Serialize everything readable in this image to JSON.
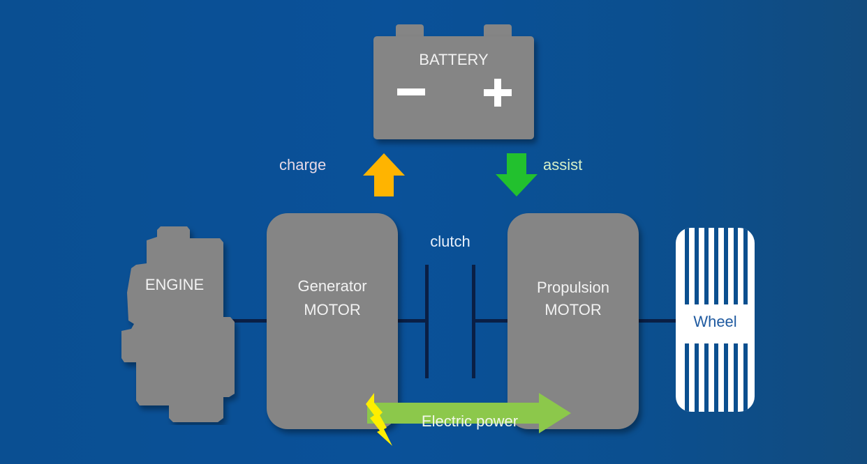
{
  "diagram": {
    "title": "Series-parallel hybrid powertrain",
    "battery": {
      "label": "BATTERY",
      "negative_symbol": "−",
      "positive_symbol": "+"
    },
    "arrows": {
      "charge": {
        "label": "charge",
        "color": "#ffb400",
        "direction": "up"
      },
      "assist": {
        "label": "assist",
        "color": "#22c12e",
        "direction": "down"
      },
      "electric_power": {
        "label": "Electric power",
        "color": "#8cc84b",
        "direction": "right"
      }
    },
    "engine": {
      "label": "ENGINE"
    },
    "generator": {
      "line1": "Generator",
      "line2": "MOTOR"
    },
    "clutch": {
      "label": "clutch"
    },
    "propulsion": {
      "line1": "Propulsion",
      "line2": "MOTOR"
    },
    "wheel": {
      "label": "Wheel"
    },
    "colors": {
      "background": "#0a5199",
      "component": "#858585",
      "shaft": "#0a1f45",
      "lightning": "#ffee00",
      "wheel_text": "#1f5aa0",
      "charge_text": "#e6d9e6",
      "assist_text": "#d6f0c8"
    }
  }
}
